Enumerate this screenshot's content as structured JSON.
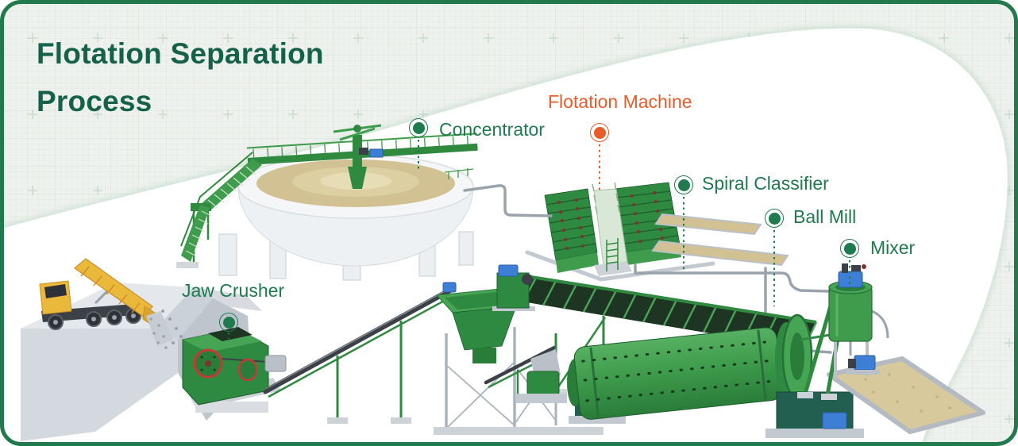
{
  "title": {
    "line1": "Flotation Separation",
    "line2": "Process"
  },
  "labels": [
    {
      "id": "concentrator",
      "text": "Concentrator",
      "color": "#1f7a4e"
    },
    {
      "id": "flotation-machine",
      "text": "Flotation Machine",
      "color": "#e65c2d"
    },
    {
      "id": "spiral-classifier",
      "text": "Spiral Classifier",
      "color": "#1f7a4e"
    },
    {
      "id": "ball-mill",
      "text": "Ball Mill",
      "color": "#1f7a4e"
    },
    {
      "id": "mixer",
      "text": "Mixer",
      "color": "#1f7a4e"
    },
    {
      "id": "jaw-crusher",
      "text": "Jaw Crusher",
      "color": "#1f7a4e"
    }
  ],
  "theme": {
    "title_green": "#15614a",
    "accent_green": "#1f7a4e",
    "accent_orange": "#e65c2d",
    "border_green": "#21794d",
    "background": "#eef1ee",
    "grid_line": "#dce8de",
    "machine_green": "#3e9c4c",
    "sand_tan": "#d2c192",
    "truck_yellow": "#eab83a",
    "motor_blue": "#3e7fd6"
  }
}
